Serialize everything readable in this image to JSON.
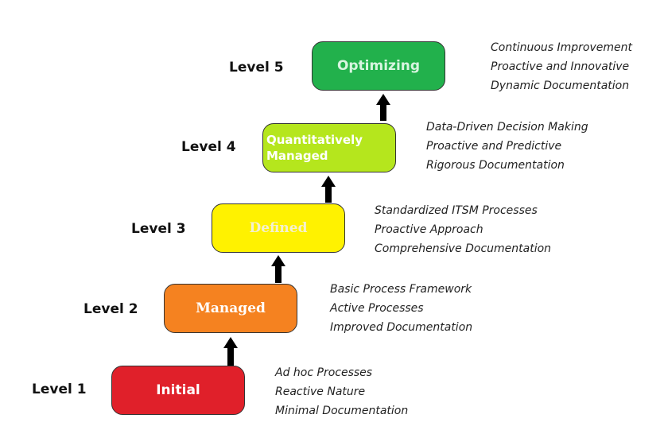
{
  "levels": [
    {
      "label": "Level 1",
      "name": "Initial",
      "color": "#e0202a",
      "points": [
        "Ad hoc Processes",
        "Reactive Nature",
        "Minimal Documentation"
      ]
    },
    {
      "label": "Level 2",
      "name": "Managed",
      "color": "#f58220",
      "points": [
        "Basic Process Framework",
        "Active Processes",
        "Improved Documentation"
      ]
    },
    {
      "label": "Level 3",
      "name": "Defined",
      "color": "#fff200",
      "points": [
        "Standardized ITSM Processes",
        "Proactive Approach",
        "Comprehensive Documentation"
      ]
    },
    {
      "label": "Level 4",
      "name": "Quantitatively Managed",
      "name_line1": "Quantitatively",
      "name_line2": "Managed",
      "color": "#b5e61d",
      "points": [
        "Data-Driven Decision Making",
        "Proactive and Predictive",
        "Rigorous Documentation"
      ]
    },
    {
      "label": "Level 5",
      "name": "Optimizing",
      "color": "#22b14c",
      "points": [
        "Continuous Improvement",
        "Proactive and Innovative",
        "Dynamic Documentation"
      ]
    }
  ]
}
